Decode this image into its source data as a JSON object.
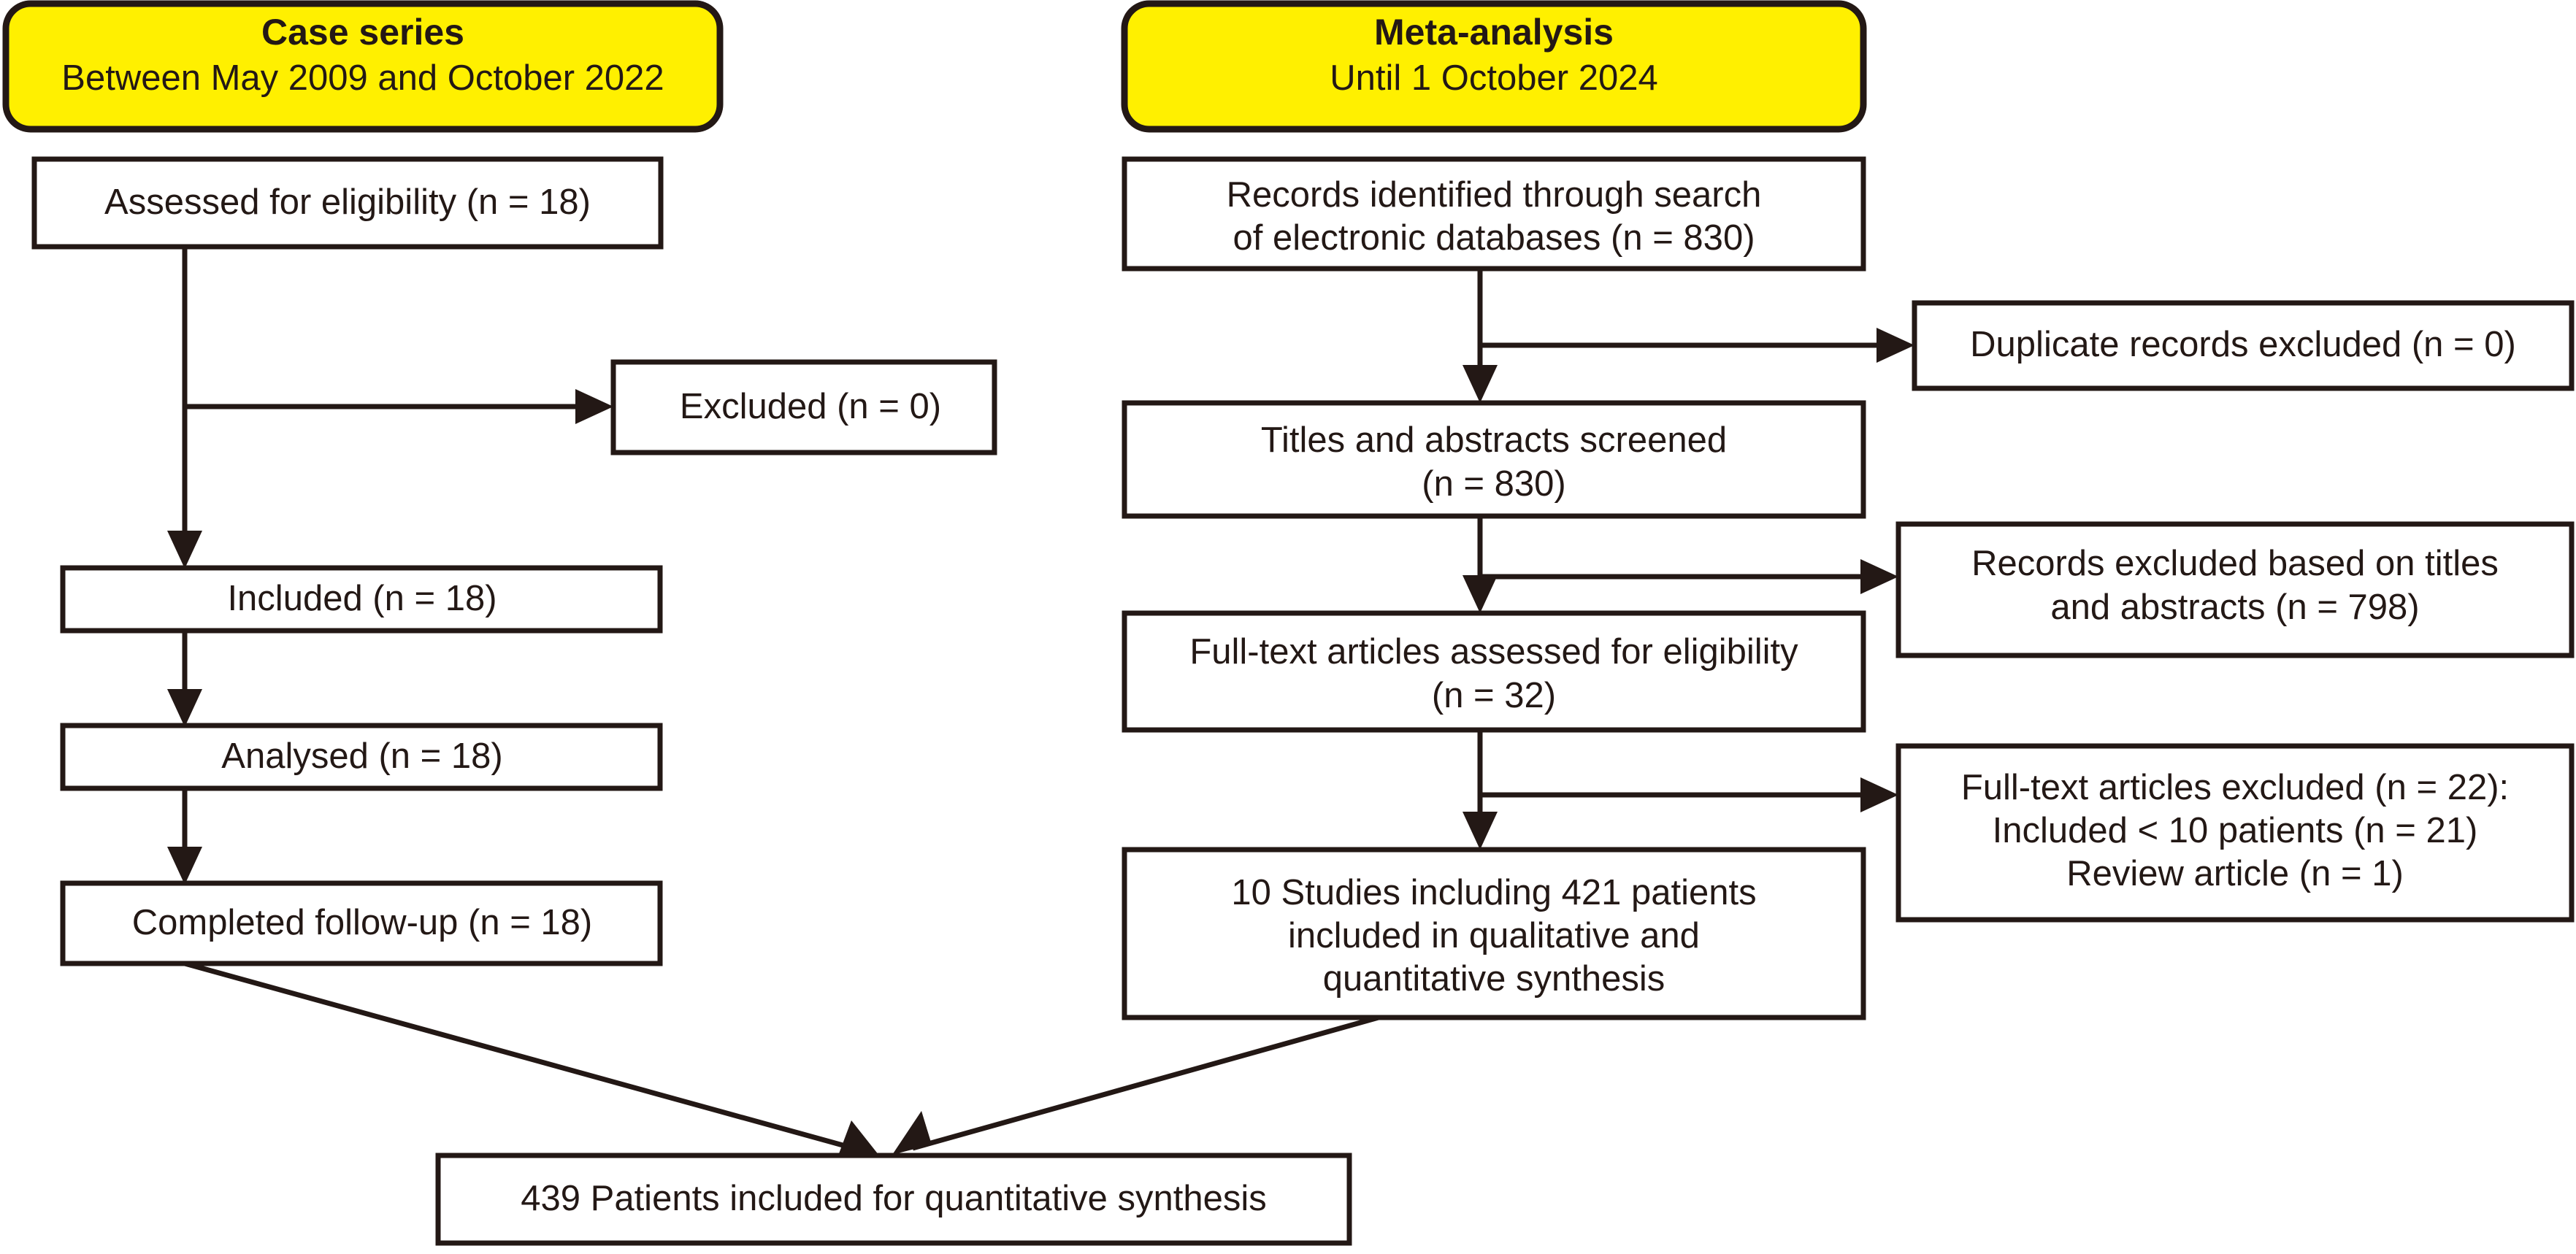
{
  "diagram": {
    "type": "prisma-flow-diagram",
    "background_color": "#ffffff",
    "line_color": "#231815",
    "header_fill_color": "#FFF000"
  },
  "headers": {
    "case_series": {
      "title": "Case series",
      "subtitle": "Between May 2009 and October 2022"
    },
    "meta_analysis": {
      "title": "Meta-analysis",
      "subtitle": "Until 1 October 2024"
    }
  },
  "case_series_nodes": {
    "assessed": "Assessed for eligibility (n = 18)",
    "excluded": "Excluded (n = 0)",
    "included": "Included (n = 18)",
    "analysed": "Analysed (n = 18)",
    "completed": "Completed follow-up (n = 18)"
  },
  "meta_analysis_nodes": {
    "records_identified_line1": "Records identified through search",
    "records_identified_line2": "of electronic databases (n = 830)",
    "duplicates_excluded": "Duplicate records excluded (n = 0)",
    "screened_line1": "Titles and abstracts screened",
    "screened_line2": "(n = 830)",
    "records_excluded_line1": "Records excluded based on titles",
    "records_excluded_line2": "and abstracts (n = 798)",
    "fulltext_assessed_line1": "Full-text articles assessed for eligibility",
    "fulltext_assessed_line2": "(n = 32)",
    "fulltext_excluded_line1": "Full-text articles excluded (n = 22):",
    "fulltext_excluded_line2": "Included < 10 patients (n = 21)",
    "fulltext_excluded_line3": "Review article (n = 1)",
    "synthesis_line1": "10 Studies including 421 patients",
    "synthesis_line2": "included in qualitative and",
    "synthesis_line3": "quantitative synthesis"
  },
  "final_node": {
    "label": "439 Patients included for quantitative  synthesis"
  },
  "counts": {
    "case_series_assessed": 18,
    "case_series_excluded": 0,
    "case_series_included": 18,
    "case_series_analysed": 18,
    "case_series_completed_followup": 18,
    "records_identified": 830,
    "duplicates_excluded": 0,
    "titles_abstracts_screened": 830,
    "records_excluded_titles_abstracts": 798,
    "fulltext_assessed": 32,
    "fulltext_excluded_total": 22,
    "fulltext_excluded_under10": 21,
    "fulltext_excluded_review": 1,
    "studies_included": 10,
    "meta_patients": 421,
    "total_patients": 439
  }
}
